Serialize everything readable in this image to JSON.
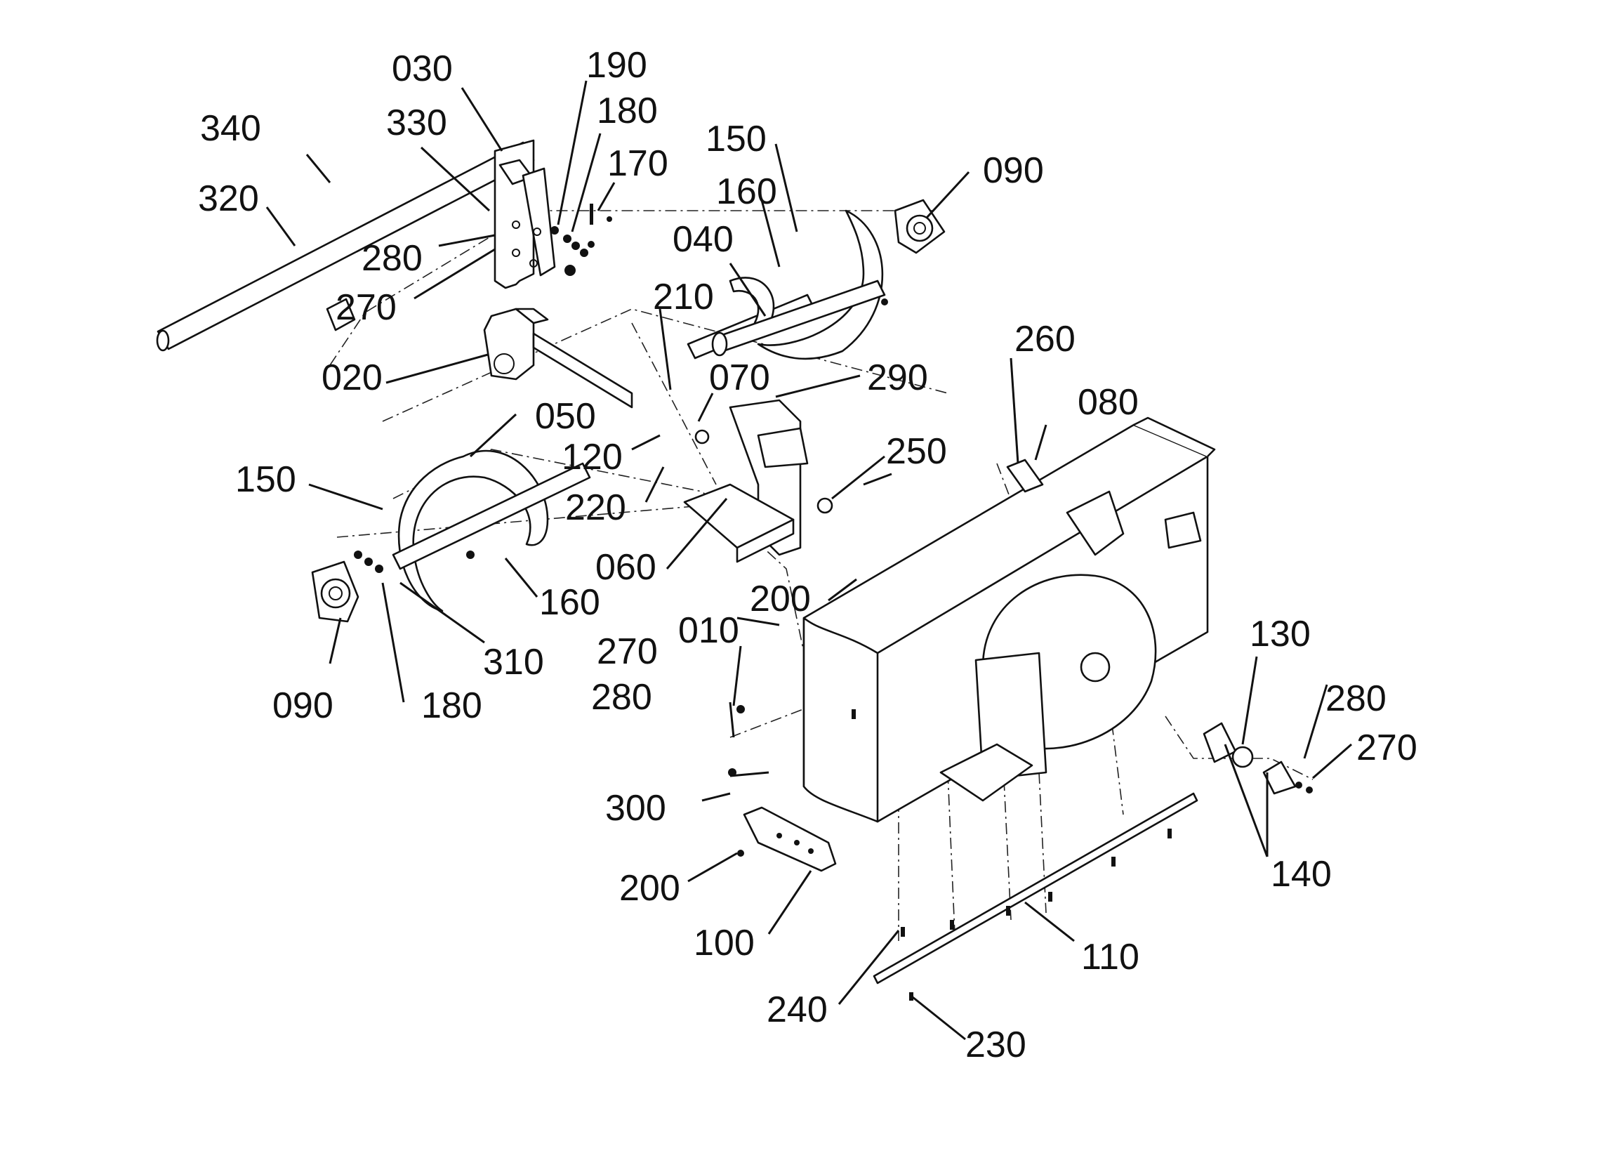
{
  "labels": {
    "l030": "030",
    "l190": "190",
    "l340": "340",
    "l330": "330",
    "l180a": "180",
    "l150a": "150",
    "l170": "170",
    "l090a": "090",
    "l320": "320",
    "l160a": "160",
    "l040": "040",
    "l280a": "280",
    "l270a": "270",
    "l210": "210",
    "l260": "260",
    "l020": "020",
    "l070": "070",
    "l290": "290",
    "l080": "080",
    "l050": "050",
    "l120": "120",
    "l250": "250",
    "l150b": "150",
    "l220": "220",
    "l060": "060",
    "l160b": "160",
    "l200a": "200",
    "l010": "010",
    "l130": "130",
    "l270b": "270",
    "l310": "310",
    "l280b": "280",
    "l280c": "280",
    "l090b": "090",
    "l180b": "180",
    "l270c": "270",
    "l300": "300",
    "l140": "140",
    "l200b": "200",
    "l100": "100",
    "l110": "110",
    "l240": "240",
    "l230": "230"
  }
}
